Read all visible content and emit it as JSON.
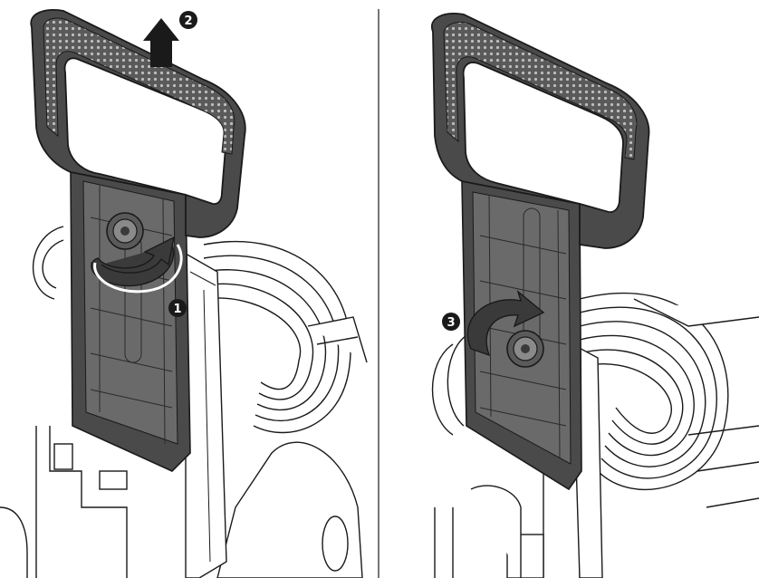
{
  "panels": [
    {
      "id": "left",
      "steps": [
        {
          "number": "2",
          "action": "pull-up"
        },
        {
          "number": "1",
          "action": "loosen-knob"
        }
      ]
    },
    {
      "id": "right",
      "steps": [
        {
          "number": "3",
          "action": "tighten-knob"
        }
      ]
    }
  ],
  "colors": {
    "handle_dark": "#4a4a4a",
    "handle_light": "#6e6e6e",
    "outline": "#1a1a1a",
    "background": "#ffffff",
    "arrow": "#3a3a3a"
  },
  "icons": [
    "grip-texture",
    "knob-icon",
    "arrow-up-icon",
    "rotate-arrow-icon"
  ]
}
